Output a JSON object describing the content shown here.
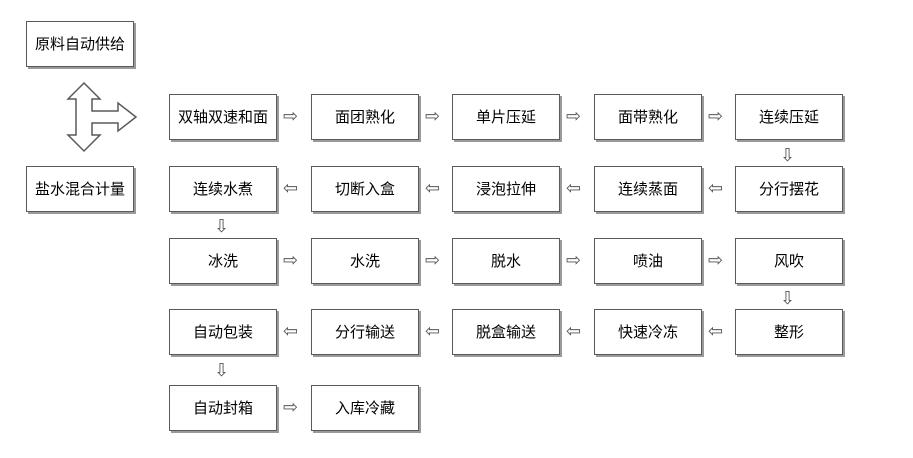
{
  "sources": {
    "top": "原料自动供给",
    "bottom": "盐水混合计量"
  },
  "steps": {
    "s1": "双轴双速和面",
    "s2": "面团熟化",
    "s3": "单片压延",
    "s4": "面带熟化",
    "s5": "连续压延",
    "s6": "分行摆花",
    "s7": "连续蒸面",
    "s8": "浸泡拉伸",
    "s9": "切断入盒",
    "s10": "连续水煮",
    "s11": "冰洗",
    "s12": "水洗",
    "s13": "脱水",
    "s14": "喷油",
    "s15": "风吹",
    "s16": "整形",
    "s17": "快速冷冻",
    "s18": "脱盒输送",
    "s19": "分行输送",
    "s20": "自动包装",
    "s21": "自动封箱",
    "s22": "入库冷藏"
  },
  "arrows": {
    "right": "⇨",
    "left": "⇦",
    "down": "⇩"
  }
}
